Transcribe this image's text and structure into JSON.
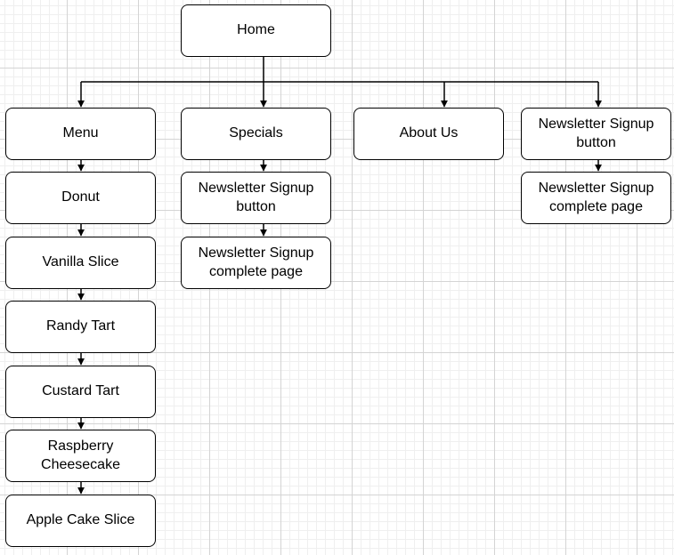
{
  "diagram": {
    "home": "Home",
    "menu": {
      "label": "Menu",
      "items": [
        "Donut",
        "Vanilla Slice",
        "Randy Tart",
        "Custard Tart",
        "Raspberry Cheesecake",
        "Apple Cake Slice"
      ]
    },
    "specials": {
      "label": "Specials",
      "items": [
        "Newsletter Signup button",
        "Newsletter Signup complete page"
      ]
    },
    "about_us": "About Us",
    "newsletter": {
      "label": "Newsletter Signup button",
      "items": [
        "Newsletter Signup complete page"
      ]
    }
  }
}
